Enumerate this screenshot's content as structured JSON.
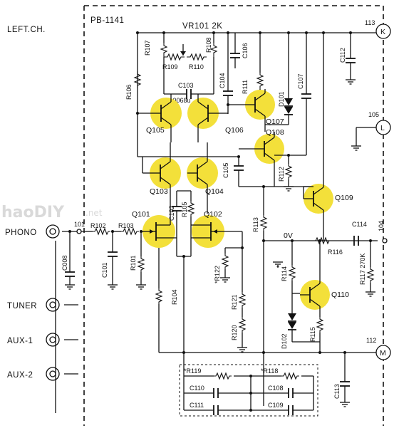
{
  "header": {
    "channel": "LEFT.CH.",
    "board": "PB-1141",
    "vr": "VR101 2K"
  },
  "inputs": {
    "phono": "PHONO",
    "tuner": "TUNER",
    "aux1": "AUX-1",
    "aux2": "AUX-2"
  },
  "terminals": {
    "k_num": "113",
    "k": "K",
    "l_num": "105",
    "l": "L",
    "out_num": "104",
    "m_num": "112",
    "m": "M"
  },
  "transistors": {
    "q101": "Q101",
    "q102": "Q102",
    "q103": "Q103",
    "q104": "Q104",
    "q105": "Q105",
    "q106": "Q106",
    "q107": "Q107",
    "q108": "Q108",
    "q109": "Q109",
    "q110": "Q110"
  },
  "resistors": {
    "r101": "R101",
    "r102": "R102",
    "r103": "R103",
    "r104": "R104",
    "r105": "R105",
    "r106": "R106",
    "r107": "R107",
    "r108": "R108",
    "r109": "R109",
    "r110": "R110",
    "r111": "R111",
    "r112": "R112",
    "r113": "R113",
    "r114": "R114",
    "r115": "R115",
    "r116": "R116",
    "r117": "R117 270K",
    "r118": "*R118",
    "r119": "*R119",
    "r120": "R120",
    "r121": "R121",
    "r122": "*R122"
  },
  "capacitors": {
    "c101": "C101",
    "c102": "C102",
    "c103": "C103",
    "c103_val": ".0068u",
    "c104": "C104",
    "c105": "C105",
    "c106": "C106",
    "c107": "C107",
    "c108": "C108",
    "c109": "C109",
    "c110": "C110",
    "c111": "C111",
    "c112": "C112",
    "c113": "C113",
    "c114": "C114",
    "c008": "C008"
  },
  "diodes": {
    "d101": "D101",
    "d102": "D102"
  },
  "nodes": {
    "n101": "101",
    "ov": "0V"
  },
  "watermark": {
    "main": "haoDIY",
    "suffix": ".net"
  }
}
